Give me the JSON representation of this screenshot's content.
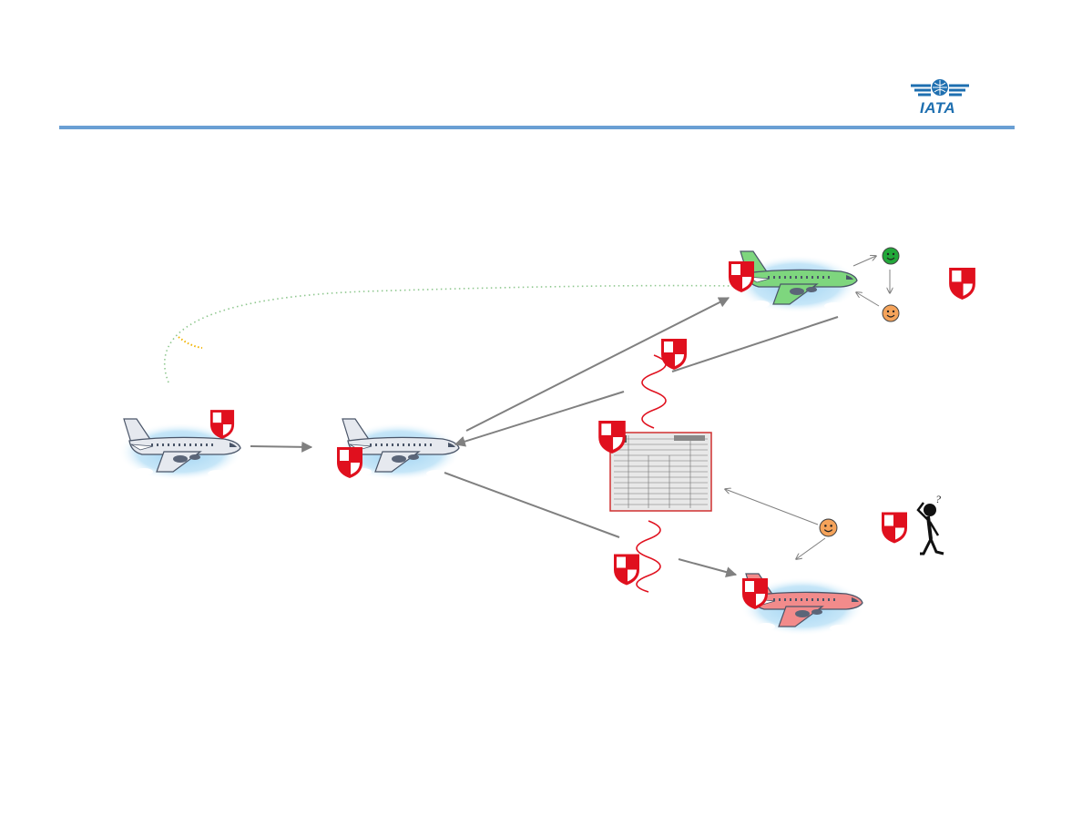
{
  "logo": {
    "text": "IATA",
    "icon": "globe-wings-logo",
    "color": "#1e6fb0"
  },
  "header_rule_color": "#6a9fd4",
  "colors": {
    "shield_red": "#e0101e",
    "plane_green": "#7ed67e",
    "plane_pink": "#f28b8b",
    "arrow_gray": "#808080",
    "smiley_green": "#22a83a",
    "smiley_orange": "#f5a35a"
  },
  "figure": {
    "question_mark": "?"
  },
  "nodes": [
    {
      "id": "origin-plane",
      "icon": "airplane-icon"
    },
    {
      "id": "hub-plane",
      "icon": "airplane-icon"
    },
    {
      "id": "green-plane",
      "icon": "airplane-icon"
    },
    {
      "id": "pink-plane",
      "icon": "airplane-icon"
    },
    {
      "id": "document",
      "icon": "document-form-icon"
    },
    {
      "id": "person-confused",
      "icon": "stick-figure-icon"
    }
  ]
}
